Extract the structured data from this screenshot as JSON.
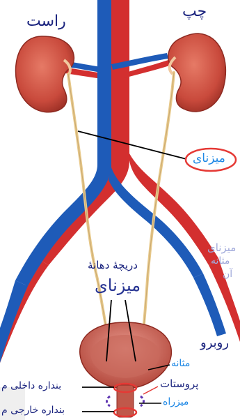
{
  "labels": {
    "right_side": "راست",
    "left_side": "چپ",
    "ureter_circled": "میزنای",
    "ureteral_orifice_line1": "دریچهٔ دهانهٔ",
    "ureteral_orifice_line2": "میزنای",
    "partial_line1": "میزنای",
    "partial_line2": "مثانه",
    "partial_line3": "آن",
    "front_view": "روبرو",
    "bladder": "مثانه",
    "prostate": "پروستات",
    "urethra": "میزراه",
    "internal_sphincter": "بنداره داخلی م",
    "external_sphincter": "بنداره خارجی م"
  },
  "colors": {
    "kidney": "#c94a3c",
    "artery": "#d32f2f",
    "vein": "#1e5bb8",
    "ureter": "#e8c98a",
    "highlight": "#e53935",
    "label_dark": "#1a237e",
    "label_cyan": "#1e88e5"
  }
}
